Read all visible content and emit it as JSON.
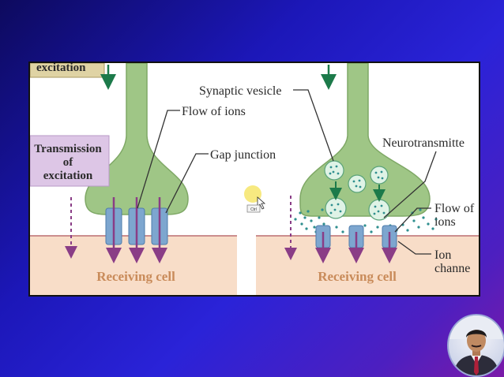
{
  "diagram": {
    "top_left_label": "excitation",
    "left_box_label": [
      "Transmission",
      "of",
      "excitation"
    ],
    "left_labels": {
      "flow_of_ions": "Flow of ions",
      "gap_junction": "Gap junction",
      "receiving_cell": "Receiving cell"
    },
    "right_labels": {
      "synaptic_vesicle": "Synaptic vesicle",
      "neurotransmitter": "Neurotransmitte",
      "flow_of_ions": [
        "Flow of",
        "ions"
      ],
      "ion_channel": [
        "Ion",
        "channe"
      ],
      "receiving_cell": "Receiving cell"
    },
    "cursor_tooltip": "Ctrl"
  },
  "colors": {
    "neuron_green": "#9fc686",
    "neuron_stroke": "#7fa866",
    "cell_pink": "#f8ddc8",
    "membrane": "#cc8e8e",
    "arrow_purple": "#8a3d86",
    "arrow_green": "#1c7a4a",
    "channel_blue": "#7da6cf",
    "box_purple": "#ddc6e6",
    "box_tan": "#dfd3a4",
    "vesicle_fill": "#dff3e6",
    "dot_teal": "#2f8f8f"
  }
}
